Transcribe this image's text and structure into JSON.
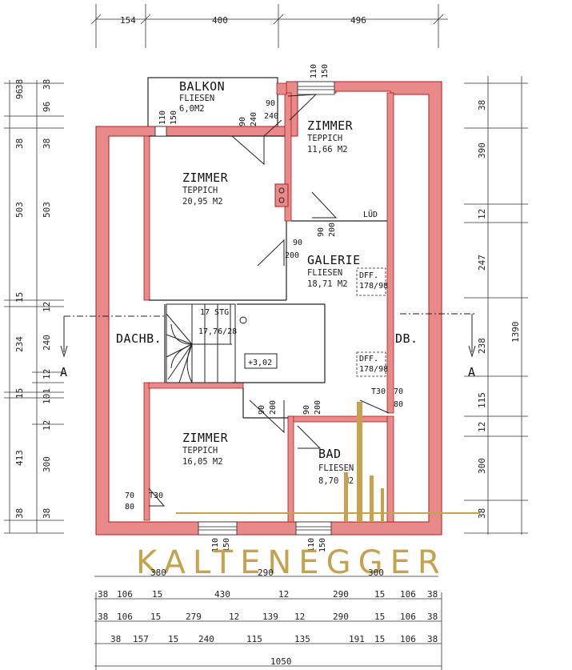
{
  "plan": {
    "rooms": {
      "balkon": {
        "name": "BALKON",
        "floor": "FLIESEN",
        "area": "6,0M2"
      },
      "zimmer_top_right": {
        "name": "ZIMMER",
        "floor": "TEPPICH",
        "area": "11,66 M2"
      },
      "zimmer_main": {
        "name": "ZIMMER",
        "floor": "TEPPICH",
        "area": "20,95 M2"
      },
      "galerie": {
        "name": "GALERIE",
        "floor": "FLIESEN",
        "area": "18,71 M2"
      },
      "zimmer_bottom": {
        "name": "ZIMMER",
        "floor": "TEPPICH",
        "area": "16,05 M2"
      },
      "bad": {
        "name": "BAD",
        "floor": "FLIESEN",
        "area": "8,70 M2"
      },
      "dachb_left": "DACHB.",
      "db_right": "DB."
    },
    "stairs": {
      "steps": "17 STG",
      "ratio": "17,76/28",
      "level": "+3,02"
    },
    "labels": {
      "lud": "LÜD",
      "section_left": "A",
      "section_right": "A",
      "dff1": "DFF.",
      "dff1_size": "178/98",
      "dff2": "DFF.",
      "dff2_size": "178/98",
      "t30_a": "T30",
      "t30_b": "T30"
    },
    "doors": {
      "d_balkon": [
        "110",
        "150"
      ],
      "d_top_window": [
        "110",
        "150"
      ],
      "d_90_240a": [
        "90",
        "240"
      ],
      "d_90_240b": [
        "90",
        "240"
      ],
      "d_lud": [
        "90",
        "200"
      ],
      "d_galerie": [
        "90",
        "200"
      ],
      "d_zimmer_bottom": [
        "90",
        "200"
      ],
      "d_bad": [
        "90",
        "200"
      ],
      "d_7080_right": [
        "70",
        "80"
      ],
      "d_7080_left": [
        "70",
        "80"
      ],
      "d_bottom_window_a": [
        "110",
        "150"
      ],
      "d_bottom_window_b": [
        "110",
        "150"
      ]
    },
    "dims_top": [
      "154",
      "400",
      "496"
    ],
    "dims_bottom_1": [
      "380",
      "290",
      "300"
    ],
    "dims_bottom_2": [
      "38",
      "106",
      "15",
      "430",
      "12",
      "290",
      "15",
      "106",
      "38"
    ],
    "dims_bottom_3": [
      "38",
      "106",
      "15",
      "279",
      "12",
      "139",
      "12",
      "290",
      "15",
      "106",
      "38"
    ],
    "dims_bottom_4": [
      "38",
      "157",
      "15",
      "240",
      "115",
      "135",
      "191",
      "15",
      "106",
      "38"
    ],
    "dims_bottom_total": "1050",
    "dims_left_1": [
      "38",
      "96",
      "38",
      "503",
      "15",
      "234",
      "15",
      "413",
      "38"
    ],
    "dims_left_2": [
      "38",
      "96",
      "38",
      "503",
      "12",
      "240",
      "12",
      "101",
      "12",
      "300",
      "38"
    ],
    "dims_right_1": [
      "38",
      "390",
      "12",
      "247",
      "238",
      "115",
      "12",
      "300",
      "38"
    ],
    "dims_right_total": "1390"
  },
  "brand": {
    "name": "KALTENEGGER",
    "color": "#c5a24e"
  },
  "colors": {
    "wall": "#e88a8a",
    "wall_outline": "#b01c1c",
    "line": "#222222"
  }
}
